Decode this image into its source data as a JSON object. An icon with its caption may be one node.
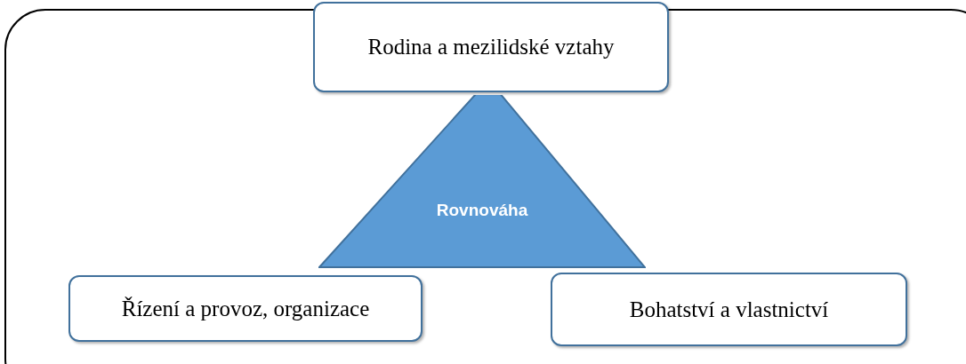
{
  "diagram": {
    "nodes": [
      {
        "text": [],
        "shape": "box"
      },
      {
        "text": [
          "Rodina a mezilidské vztahy"
        ]
      },
      {
        "text": [
          "Rovnováha"
        ],
        "in": 0
      },
      {
        "text": [
          "Řízení a provoz, organizace"
        ],
        "in": 0
      },
      {
        "text": [
          "Bohatství a vlastnictví"
        ],
        "in": 0
      }
    ]
  }
}
